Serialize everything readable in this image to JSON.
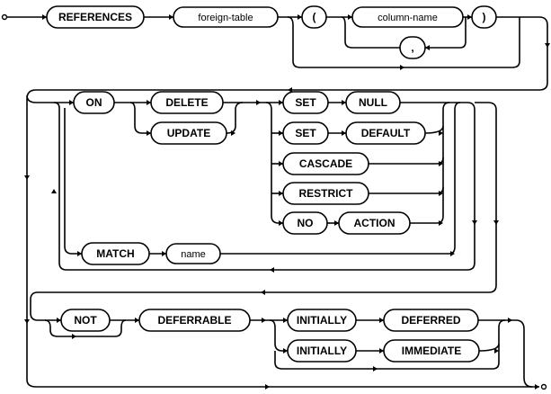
{
  "diagram": {
    "terms": {
      "references": "REFERENCES",
      "foreign_table": "foreign-table",
      "lparen": "(",
      "column_name": "column-name",
      "rparen": ")",
      "comma": ",",
      "on": "ON",
      "delete": "DELETE",
      "update": "UPDATE",
      "set1": "SET",
      "null": "NULL",
      "set2": "SET",
      "default": "DEFAULT",
      "cascade": "CASCADE",
      "restrict": "RESTRICT",
      "no": "NO",
      "action": "ACTION",
      "match": "MATCH",
      "name": "name",
      "not": "NOT",
      "deferrable": "DEFERRABLE",
      "initially1": "INITIALLY",
      "deferred": "DEFERRED",
      "initially2": "INITIALLY",
      "immediate": "IMMEDIATE"
    }
  }
}
